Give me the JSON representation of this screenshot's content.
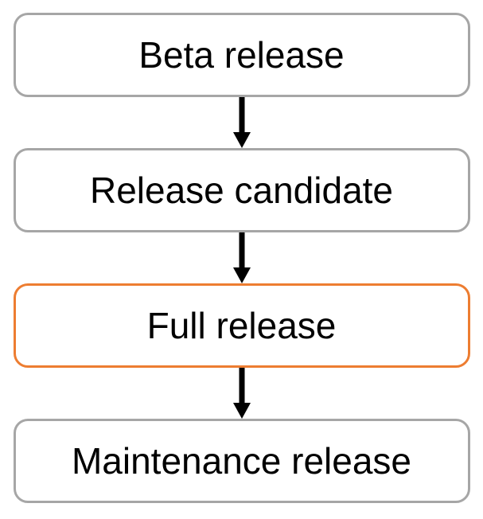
{
  "diagram": {
    "type": "flowchart",
    "direction": "top-to-bottom",
    "nodes": [
      {
        "id": "beta-release",
        "label": "Beta release",
        "border_color": "#A6A6A6",
        "highlighted": false
      },
      {
        "id": "release-candidate",
        "label": "Release candidate",
        "border_color": "#A6A6A6",
        "highlighted": false
      },
      {
        "id": "full-release",
        "label": "Full release",
        "border_color": "#ED7D31",
        "highlighted": true
      },
      {
        "id": "maintenance-release",
        "label": "Maintenance release",
        "border_color": "#A6A6A6",
        "highlighted": false
      }
    ],
    "connections": [
      {
        "from": "beta-release",
        "to": "release-candidate",
        "style": "arrow-down"
      },
      {
        "from": "release-candidate",
        "to": "full-release",
        "style": "arrow-down"
      },
      {
        "from": "full-release",
        "to": "maintenance-release",
        "style": "arrow-down"
      }
    ],
    "colors": {
      "default_border": "#A6A6A6",
      "highlight_border": "#ED7D31",
      "arrow": "#000000",
      "text": "#000000",
      "background": "#FFFFFF"
    }
  }
}
